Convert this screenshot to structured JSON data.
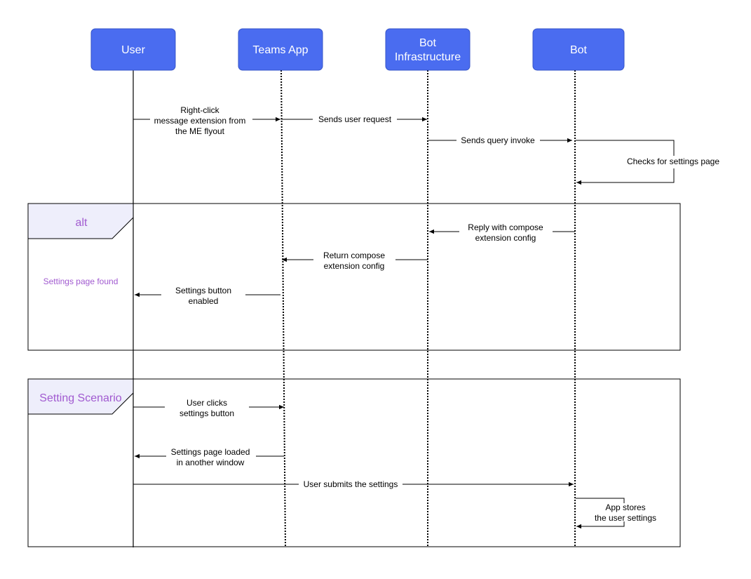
{
  "colors": {
    "participant_fill": "#4a6cf0",
    "participant_stroke": "#3655c8",
    "frame_label_fill": "#eeeefb",
    "frame_accent": "#a15ad0",
    "line": "#000000"
  },
  "participants": [
    {
      "label": "User"
    },
    {
      "label": "Teams App"
    },
    {
      "label_line1": "Bot",
      "label_line2": "Infrastructure"
    },
    {
      "label": "Bot"
    }
  ],
  "messages": {
    "right_click": [
      "Right-click",
      "message extension from",
      "the ME flyout"
    ],
    "sends_user_request": "Sends user request",
    "sends_query_invoke": "Sends query invoke",
    "checks_settings": "Checks for settings page",
    "reply_compose": [
      "Reply with compose",
      "extension config"
    ],
    "return_compose": [
      "Return compose",
      "extension config"
    ],
    "settings_enabled": [
      "Settings button",
      "enabled"
    ],
    "user_clicks": [
      "User clicks",
      "settings button"
    ],
    "page_loaded": [
      "Settings page loaded",
      "in another window"
    ],
    "user_submits": "User submits the settings",
    "app_stores": [
      "App stores",
      "the user settings"
    ]
  },
  "frames": {
    "alt": {
      "title": "alt",
      "condition": "Settings page found"
    },
    "scenario": {
      "title": "Setting Scenario"
    }
  }
}
